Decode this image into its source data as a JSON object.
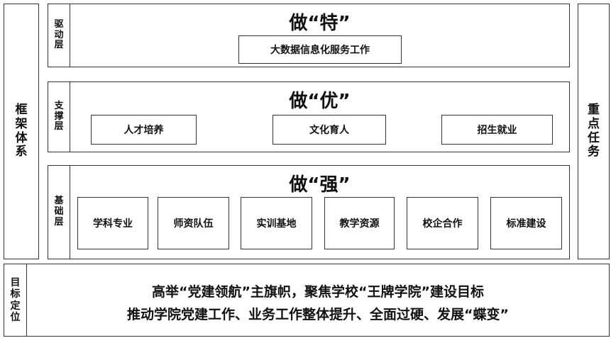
{
  "left_label": [
    "框",
    "架",
    "体",
    "系"
  ],
  "right_label": [
    "重",
    "点",
    "任",
    "务"
  ],
  "bottom_label": [
    "目",
    "标",
    "定",
    "位"
  ],
  "layers": {
    "driver": {
      "tag": [
        "驱",
        "动",
        "层"
      ],
      "heading": "做“特”",
      "items": [
        "大数据信息化服务工作"
      ]
    },
    "support": {
      "tag": [
        "支",
        "撑",
        "层"
      ],
      "heading": "做“优”",
      "items": [
        "人才培养",
        "文化育人",
        "招生就业"
      ]
    },
    "base": {
      "tag": [
        "基",
        "础",
        "层"
      ],
      "heading": "做“强”",
      "items": [
        "学科专业",
        "师资队伍",
        "实训基地",
        "教学资源",
        "校企合作",
        "标准建设"
      ]
    }
  },
  "goal": {
    "line1": "高举“党建领航”主旗帜，聚焦学校“王牌学院”建设目标",
    "line2": "推动学院党建工作、业务工作整体提升、全面过硬、发展“蝶变”"
  }
}
